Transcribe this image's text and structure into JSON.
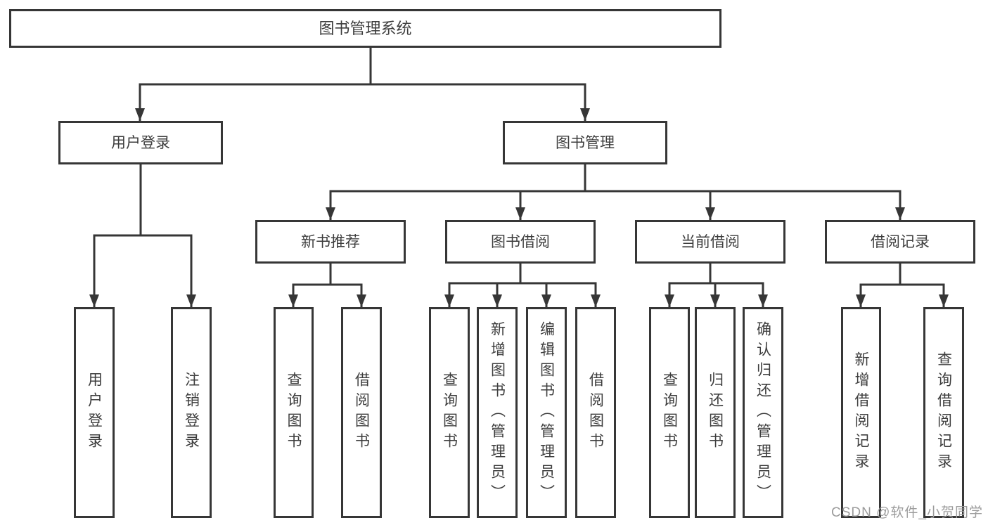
{
  "nodes": {
    "root": "图书管理系统",
    "user_login": "用户登录",
    "book_management": "图书管理",
    "new_book_recommend": "新书推荐",
    "book_borrowing": "图书借阅",
    "current_borrowing": "当前借阅",
    "borrowing_records": "借阅记录"
  },
  "leaves": [
    "用户登录",
    "注销登录",
    "查询图书",
    "借阅图书",
    "查询图书",
    "新增图书（管理员）",
    "编辑图书（管理员）",
    "借阅图书",
    "查询图书",
    "归还图书",
    "确认归还（管理员）",
    "新增借阅记录",
    "查询借阅记录"
  ],
  "watermark": "CSDN @软件_小贺同学",
  "colors": {
    "line": "#363636",
    "text": "#3d3d3d",
    "box_background": "#ffffff",
    "watermark": "#9c9c9c"
  }
}
